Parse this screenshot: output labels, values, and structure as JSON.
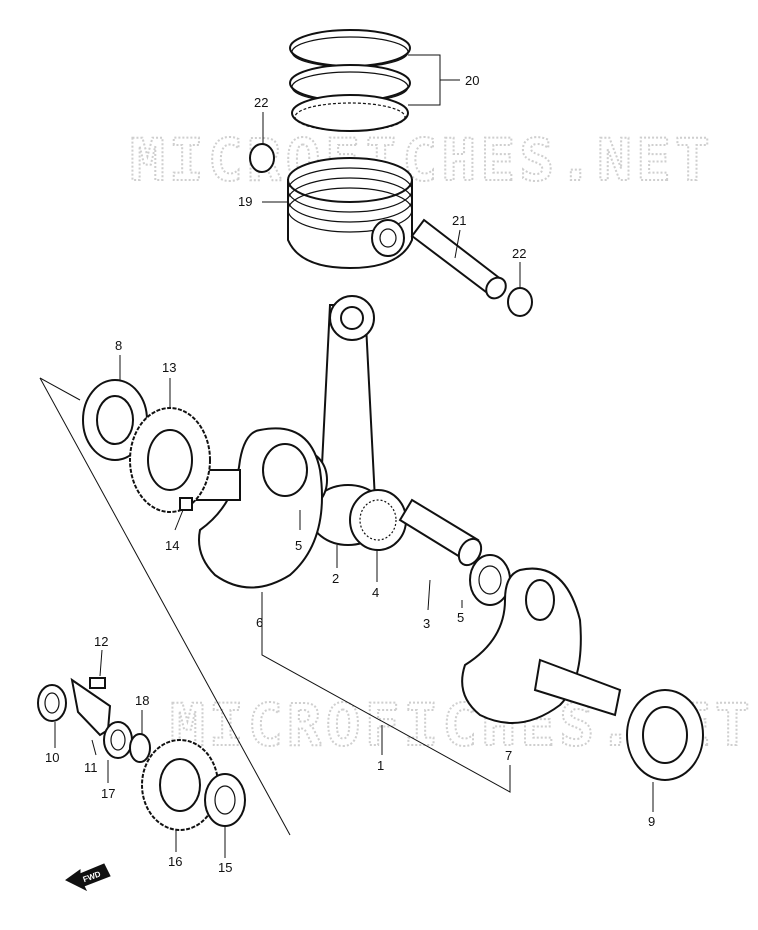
{
  "watermark": "MICROFICHES.NET",
  "fwd_label": "FWD",
  "callouts": {
    "c1": "1",
    "c2": "2",
    "c3": "3",
    "c4": "4",
    "c5a": "5",
    "c5b": "5",
    "c6": "6",
    "c7": "7",
    "c8": "8",
    "c9": "9",
    "c10": "10",
    "c11": "11",
    "c12": "12",
    "c13": "13",
    "c14": "14",
    "c15": "15",
    "c16": "16",
    "c17": "17",
    "c18": "18",
    "c19": "19",
    "c20": "20",
    "c21": "21",
    "c22a": "22",
    "c22b": "22"
  }
}
